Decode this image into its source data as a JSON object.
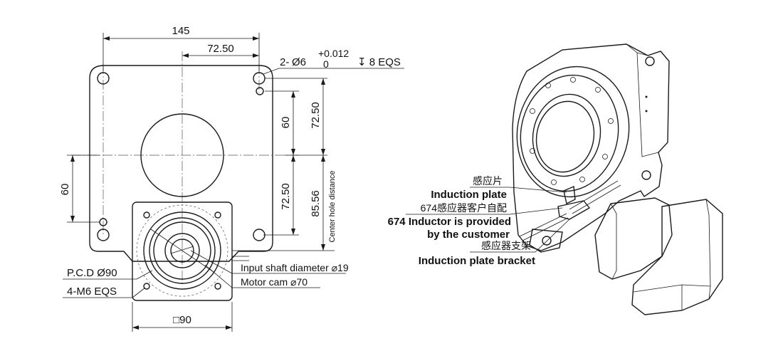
{
  "front_view": {
    "dim_width": "145",
    "dim_half_width": "72.50",
    "hole_spec_prefix": "2-",
    "hole_spec_symbol": "Ø6",
    "hole_tol_upper": "+0.012",
    "hole_tol_lower": "0",
    "hole_depth": "↧ 8 EQS",
    "dim_60_right": "60",
    "dim_72_50_upper": "72.50",
    "dim_72_50_lower": "72.50",
    "dim_85_56": "85.56",
    "center_hole_label": "Center hole distance",
    "dim_60_left": "60",
    "pcd_label": "P.C.D Ø90",
    "thread_label": "4-M6 EQS",
    "input_shaft_label": "Input shaft diameter ⌀19",
    "motor_cam_label": "Motor cam ⌀70",
    "square_label": "□90"
  },
  "iso_view": {
    "induction_plate_cn": "感应片",
    "induction_plate_en": "Induction plate",
    "inductor_cn": "674感应器客户自配",
    "inductor_en_line1": "674 Inductor is provided",
    "inductor_en_line2": "by the customer",
    "bracket_cn": "感应器支架",
    "bracket_en": "Induction plate bracket"
  }
}
